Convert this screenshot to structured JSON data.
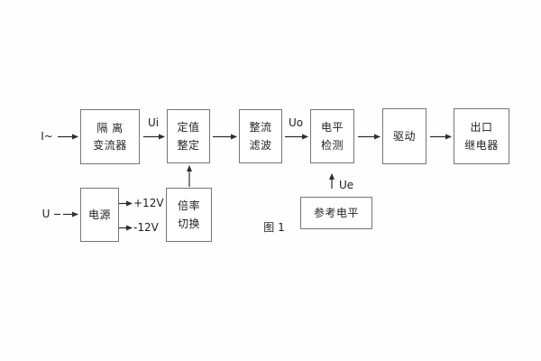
{
  "figure": {
    "caption": "图 1",
    "colors": {
      "line": "#2e2e2e",
      "box_border": "#757575",
      "text": "#1f1f1f",
      "background": "#fefefe"
    },
    "inputs": {
      "current": "I~",
      "voltage": "U"
    },
    "signals": {
      "ui": "Ui",
      "uo": "Uo",
      "ue": "Ue",
      "plus12v": "+12V",
      "minus12v": "-12V"
    },
    "blocks": {
      "isolation": {
        "line1": "隔 离",
        "line2": "变流器"
      },
      "setting": {
        "line1": "定值",
        "line2": "整定"
      },
      "rectifier": {
        "line1": "整流",
        "line2": "滤波"
      },
      "level": {
        "line1": "电平",
        "line2": "检测"
      },
      "drive": {
        "line1": "驱动"
      },
      "output_relay": {
        "line1": "出口",
        "line2": "继电器"
      },
      "power": {
        "line1": "电源"
      },
      "ratio": {
        "line1": "倍率",
        "line2": "切换"
      },
      "reference": {
        "line1": "参考电平"
      }
    }
  }
}
